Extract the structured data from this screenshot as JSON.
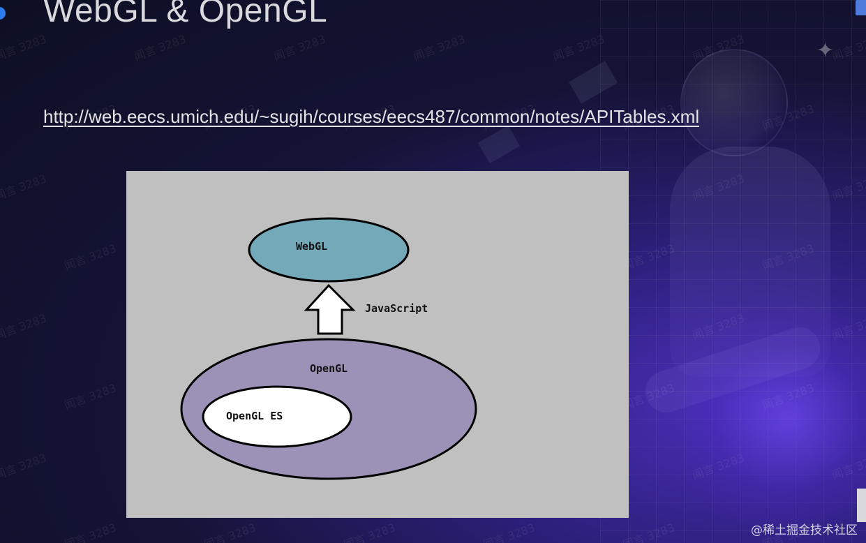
{
  "slide": {
    "title": "WebGL & OpenGL",
    "link": "http://web.eecs.umich.edu/~sugih/courses/eecs487/common/notes/APITables.xml"
  },
  "diagram": {
    "nodes": {
      "webgl": "WebGL",
      "opengl": "OpenGL",
      "opengl_es": "OpenGL ES"
    },
    "arrow_label": "JavaScript",
    "colors": {
      "panel_background": "#c0c0c0",
      "webgl_fill": "#74a9b9",
      "opengl_fill": "#9c92b8",
      "opengl_es_fill": "#ffffff",
      "arrow_fill": "#ffffff",
      "stroke": "#000000"
    }
  },
  "watermark": {
    "text": "闻言 3283"
  },
  "footer": {
    "credit": "@稀土掘金技术社区"
  },
  "theme": {
    "background": "#0d0f24",
    "accent": "#4a2fb8",
    "text": "#d9d9dd"
  }
}
